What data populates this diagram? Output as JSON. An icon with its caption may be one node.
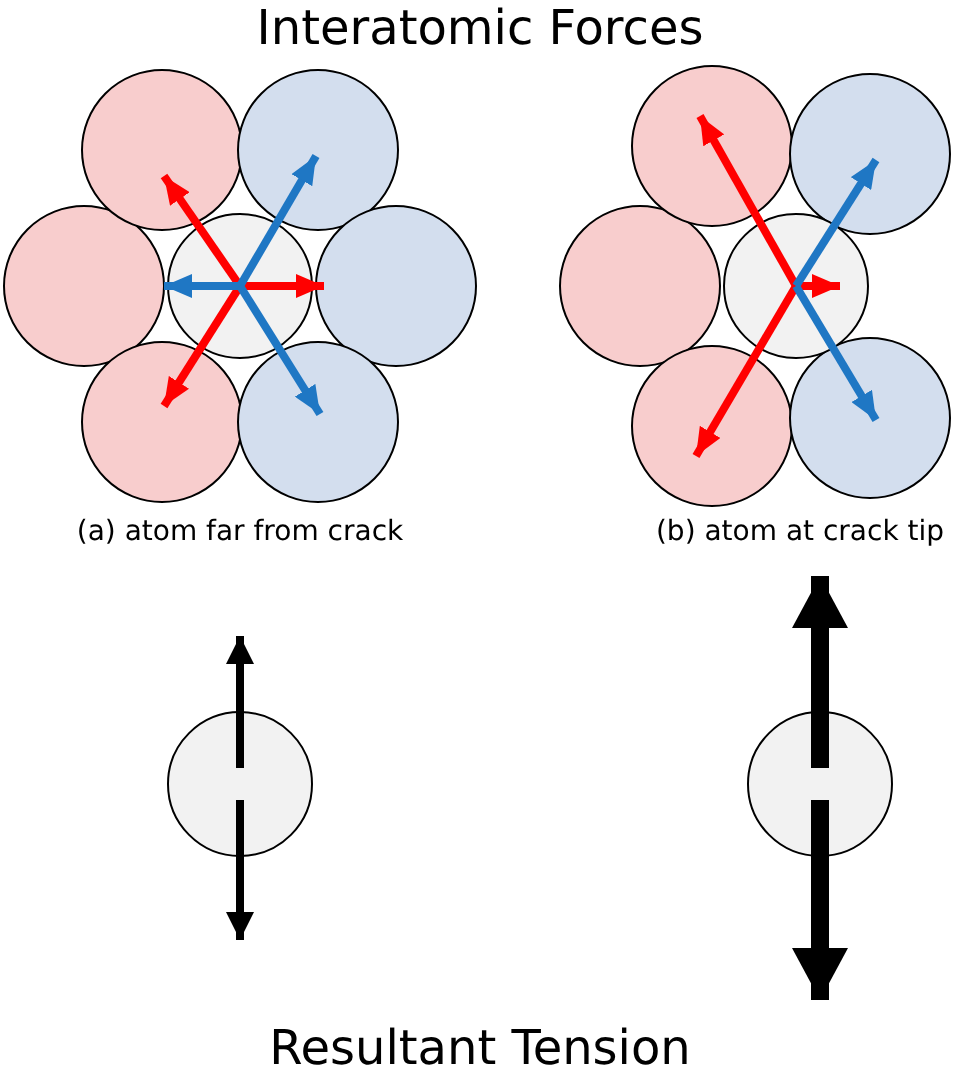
{
  "diagram": {
    "title": "Interatomic Forces",
    "labels": [
      "(a) atom far from crack",
      "(b) atom at crack tip",
      "Resultant Tension"
    ]
  }
}
